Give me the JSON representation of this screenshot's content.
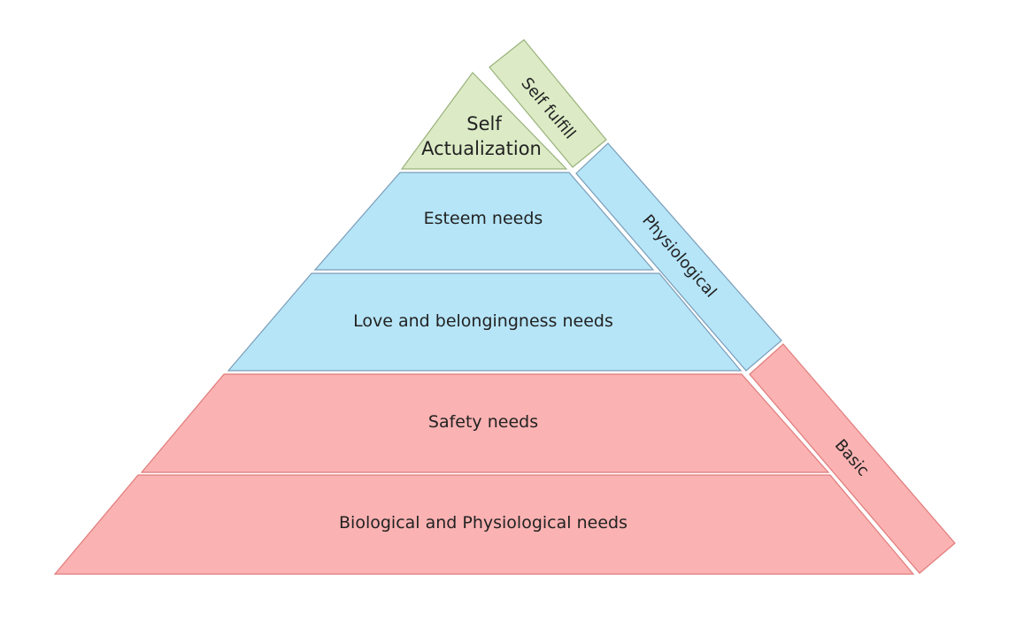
{
  "colors": {
    "green_fill": "#dcebc6",
    "green_stroke": "#9ab27a",
    "blue_fill": "#b6e5f8",
    "blue_stroke": "#7a9db8",
    "red_fill": "#fbb2b2",
    "red_stroke": "#e07b7b",
    "text": "#222222"
  },
  "pyramid": {
    "levels": [
      {
        "label_line1": "Self",
        "label_line2": "Actualization",
        "color_group": "green"
      },
      {
        "label": "Esteem needs",
        "color_group": "blue"
      },
      {
        "label": "Love and belongingness needs",
        "color_group": "blue"
      },
      {
        "label": "Safety needs",
        "color_group": "red"
      },
      {
        "label": "Biological and Physiological needs",
        "color_group": "red"
      }
    ]
  },
  "side_bands": [
    {
      "label": "Self fulfill",
      "color_group": "green"
    },
    {
      "label": "Physiological",
      "color_group": "blue"
    },
    {
      "label": "Basic",
      "color_group": "red"
    }
  ]
}
